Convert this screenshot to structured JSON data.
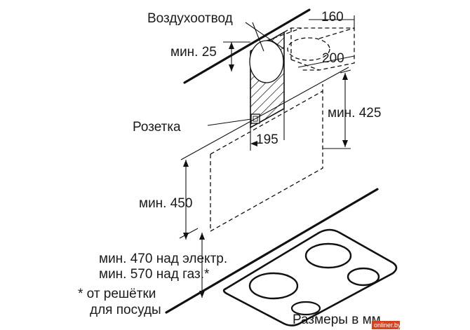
{
  "labels": {
    "duct": "Воздухоотвод",
    "min25": "мин. 25",
    "w160": "160",
    "w200": "200",
    "min425": "мин. 425",
    "socket": "Розетка",
    "w195": "195",
    "min450": "мин. 450",
    "min470": "мин. 470 над электр.",
    "min570": "мин. 570 над газ.*",
    "note1": "* от решётки",
    "note2": "для посуды",
    "units": "Размеры в мм",
    "watermark": "onliner.by"
  },
  "colors": {
    "line": "#111111",
    "text": "#1a1a1a",
    "watermark_bg": "#d6431f"
  }
}
